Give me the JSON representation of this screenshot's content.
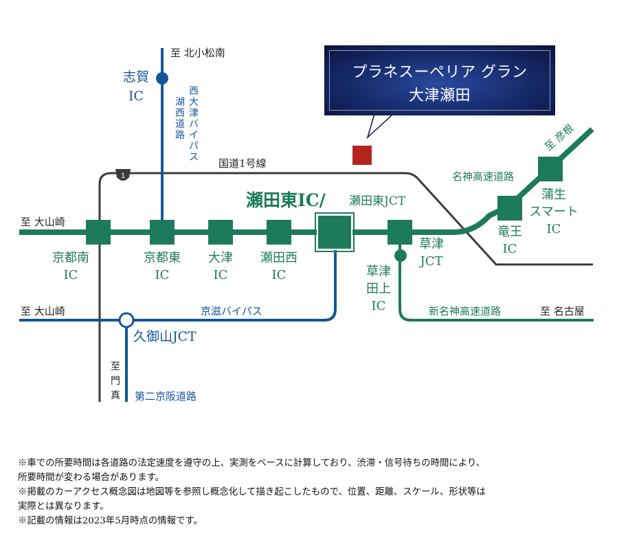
{
  "colors": {
    "expressway": "#1e7a5c",
    "local_road": "#15559a",
    "national_road": "#3a3a3a",
    "property_marker": "#b3241e",
    "title_box": "#162a6a"
  },
  "property": {
    "line1": "プラネスーペリア グラン",
    "line2": "大津瀬田"
  },
  "highway_shields": [
    {
      "number": "1"
    }
  ],
  "interchanges": {
    "seta_higashi": "瀬田東IC/",
    "seta_higashi_jct": "瀬田東JCT",
    "kyoto_minami": [
      "京都南",
      "IC"
    ],
    "kyoto_higashi": [
      "京都東",
      "IC"
    ],
    "otsu": [
      "大津",
      "IC"
    ],
    "seta_nishi": [
      "瀬田西",
      "IC"
    ],
    "kusatsu_jct": [
      "草津",
      "JCT"
    ],
    "kusatsu_tanakami": [
      "草津",
      "田上",
      "IC"
    ],
    "ryuo": [
      "竜王",
      "IC"
    ],
    "gamo_smart": [
      "蒲生",
      "スマート",
      "IC"
    ],
    "shiga": [
      "志賀",
      "IC"
    ],
    "kumiyama_jct": "久御山JCT"
  },
  "roads": {
    "route1": "国道1号線",
    "meishin": "名神高速道路",
    "shin_meishin": "新名神高速道路",
    "keiji_bypass": "京滋バイパス",
    "nishi_otsu_bypass": [
      "西",
      "大",
      "津",
      "バ",
      "イ",
      "パ",
      "ス"
    ],
    "kosei_road": [
      "湖",
      "西",
      "道",
      "路"
    ],
    "daini_keihan": "第二京阪道路"
  },
  "destinations": {
    "kita_komatsu": "至  北小松南",
    "oyamazaki_top": "至  大山崎",
    "oyamazaki_bottom": "至  大山崎",
    "hikone": "至 彦根",
    "nagoya": "至  名古屋",
    "kadoma": [
      "至",
      "門",
      "真"
    ]
  },
  "notes": [
    "※車での所要時間は各道路の法定速度を遵守の上、実測をベースに計算しており、渋滞・信号待ちの時間により、",
    "所要時間が変わる場合があります。",
    "※掲載のカーアクセス概念図は地図等を参照し概念化して描き起こしたもので、位置、距離、スケール、形状等は",
    "実際とは異なります。",
    "※記載の情報は2023年5月時点の情報です。"
  ]
}
